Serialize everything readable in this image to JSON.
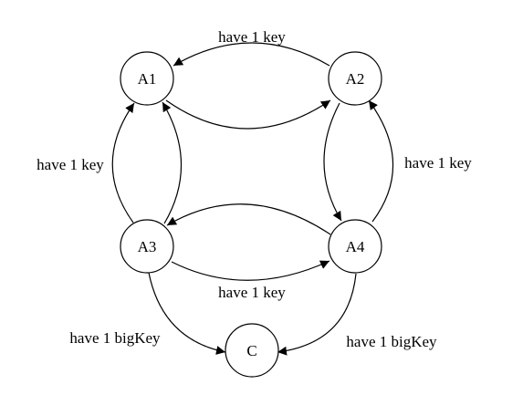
{
  "nodes": {
    "a1": "A1",
    "a2": "A2",
    "a3": "A3",
    "a4": "A4",
    "c": "C"
  },
  "edge_labels": {
    "top": "have 1 key",
    "left": "have 1 key",
    "right": "have 1 key",
    "bottom": "have 1 key",
    "a3_to_c": "have 1 bigKey",
    "a4_to_c": "have 1 bigKey"
  },
  "colors": {
    "stroke": "#000000",
    "background": "#ffffff"
  }
}
